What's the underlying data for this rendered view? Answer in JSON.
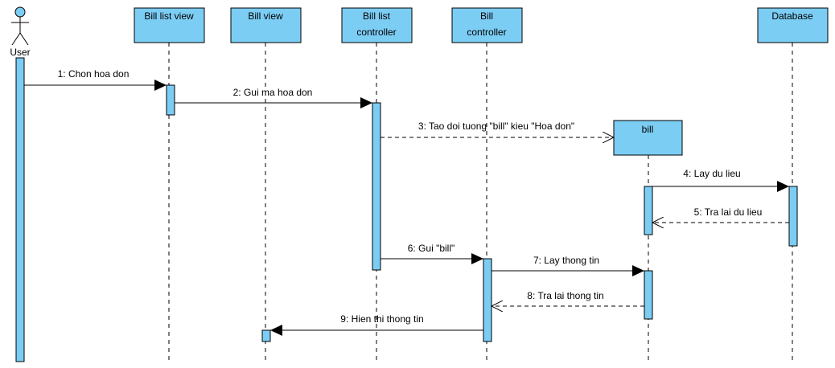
{
  "colors": {
    "fill": "#7ccdf4",
    "stroke": "#000000",
    "background": "#ffffff"
  },
  "actor": {
    "label": "User"
  },
  "participants": [
    {
      "id": "bill-list-view",
      "lines": [
        "Bill list view"
      ]
    },
    {
      "id": "bill-view",
      "lines": [
        "Bill view"
      ]
    },
    {
      "id": "bill-list-controller",
      "lines": [
        "Bill list",
        "controller"
      ]
    },
    {
      "id": "bill-controller",
      "lines": [
        "Bill",
        "controller"
      ]
    },
    {
      "id": "database",
      "lines": [
        "Database"
      ]
    }
  ],
  "created_object": {
    "label": "bill"
  },
  "messages": [
    {
      "label": "1: Chon hoa don",
      "style": "sync"
    },
    {
      "label": "2: Gui ma hoa don",
      "style": "sync"
    },
    {
      "label": "3: Tao doi tuong \"bill\" kieu \"Hoa don\"",
      "style": "create"
    },
    {
      "label": "4: Lay du lieu",
      "style": "sync"
    },
    {
      "label": "5: Tra lai du lieu",
      "style": "return"
    },
    {
      "label": "6: Gui \"bill\"",
      "style": "sync"
    },
    {
      "label": "7: Lay thong tin",
      "style": "sync"
    },
    {
      "label": "8: Tra lai thong tin",
      "style": "return"
    },
    {
      "label": "9: Hien thi thong tin",
      "style": "sync"
    }
  ]
}
